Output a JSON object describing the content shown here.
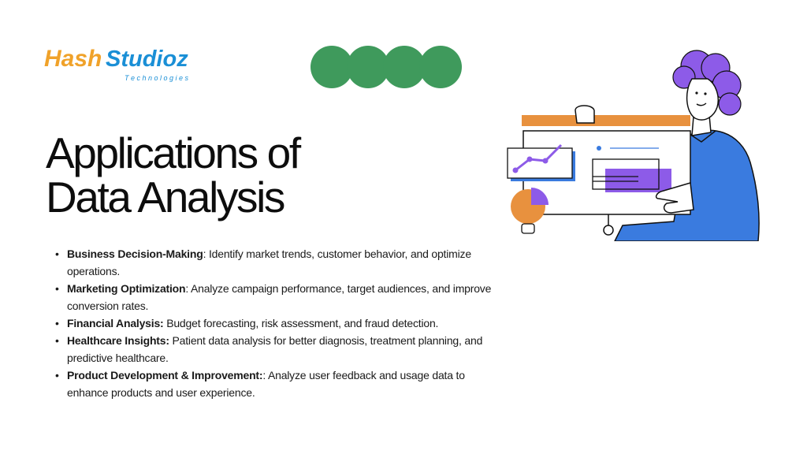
{
  "logo": {
    "wordmark_part1": "Hash",
    "wordmark_part2": "Studioz",
    "tagline": "T e c h n o l o g i e s",
    "colors": {
      "orange": "#f0a22a",
      "blue": "#1a8fd6"
    }
  },
  "decor": {
    "circle_color": "#3f9a5c",
    "circle_count": 4
  },
  "title": {
    "line1": "Applications of",
    "line2": "Data Analysis"
  },
  "bullets": [
    {
      "term": "Business Decision-Making",
      "text": ": Identify market trends, customer behavior, and optimize operations."
    },
    {
      "term": "Marketing Optimization",
      "text": ": Analyze campaign performance, target audiences, and improve conversion rates."
    },
    {
      "term": "Financial Analysis:",
      "text": " Budget forecasting, risk assessment, and fraud detection."
    },
    {
      "term": "Healthcare Insights:",
      "text": " Patient data analysis for better diagnosis, treatment planning, and predictive healthcare."
    },
    {
      "term": "Product Development & Improvement:",
      "text": ": Analyze user feedback and usage data to enhance products and user experience."
    }
  ],
  "illustration": {
    "colors": {
      "hair": "#8d5be8",
      "shirt": "#3a7bdf",
      "orange": "#e8913e",
      "purple": "#8d5be8"
    }
  }
}
